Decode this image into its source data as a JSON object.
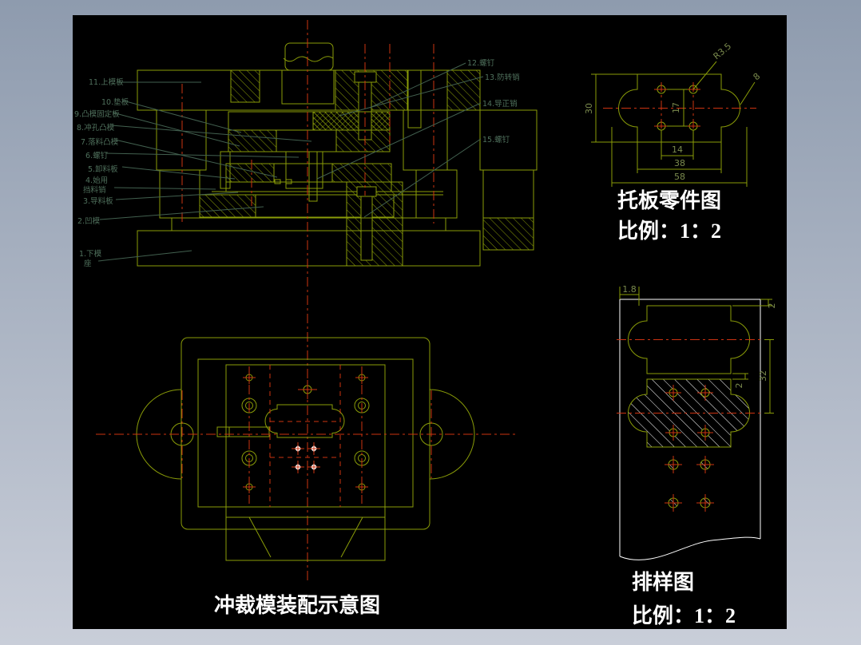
{
  "colors": {
    "background": "#000000",
    "frame_top": "#8e9bae",
    "frame_bottom": "#c9ced9",
    "geometry_line": "#8a9c08",
    "centerline_red": "#cc3311",
    "label_green": "#4f705c",
    "title_white": "#ffffff"
  },
  "assembly": {
    "title": "冲裁模装配示意图",
    "labels": [
      {
        "text": "1.下模",
        "text2": "座"
      },
      {
        "text": "2.凹模"
      },
      {
        "text": "3.导料板"
      },
      {
        "text": "4.始用",
        "text2": "挡料销"
      },
      {
        "text": "5.卸料板"
      },
      {
        "text": "6.螺钉"
      },
      {
        "text": "7.落料凸模"
      },
      {
        "text": "8.冲孔凸模"
      },
      {
        "text": "9.凸模固定板"
      },
      {
        "text": "10.垫板"
      },
      {
        "text": "11.上模板"
      },
      {
        "text": "12.螺钉"
      },
      {
        "text": "13.防转销"
      },
      {
        "text": "14.导正销"
      },
      {
        "text": "15.螺钉"
      }
    ]
  },
  "part_drawing": {
    "title": "托板零件图",
    "scale": "比例：1：2",
    "dims": {
      "height": "30",
      "radius": "R3.5",
      "lobe": "8",
      "hole_pitch_v": "17",
      "hole_span": "14",
      "body_width": "38",
      "overall_width": "58"
    }
  },
  "strip_layout": {
    "title": "排样图",
    "scale": "比例：1：2",
    "dims": {
      "side_edge": "1.8",
      "top_margin": "2",
      "pitch": "32",
      "web": "2"
    }
  }
}
